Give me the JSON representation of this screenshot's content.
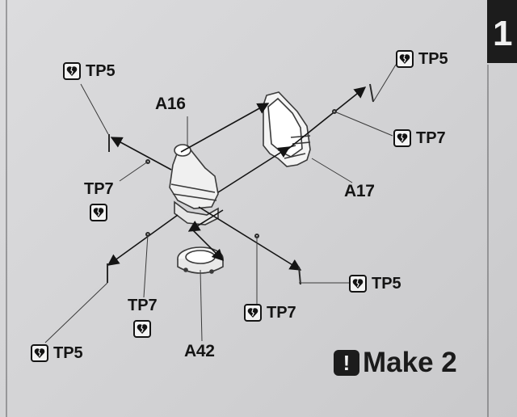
{
  "step": {
    "number": "1"
  },
  "parts": {
    "a16": "A16",
    "a17": "A17",
    "a42": "A42"
  },
  "callouts": {
    "tp5_upper_left": "TP5",
    "tp5_upper_right": "TP5",
    "tp7_right": "TP7",
    "tp7_left": "TP7",
    "tp5_right": "TP5",
    "tp7_bottom_right": "TP7",
    "tp7_bottom_left": "TP7",
    "tp5_bottom_left": "TP5"
  },
  "make": {
    "label": "Make 2"
  },
  "icons": {
    "callout": "broken-heart-icon",
    "attention": "exclamation-icon"
  },
  "colors": {
    "ink": "#141414",
    "paper": "#d6d6d8"
  }
}
